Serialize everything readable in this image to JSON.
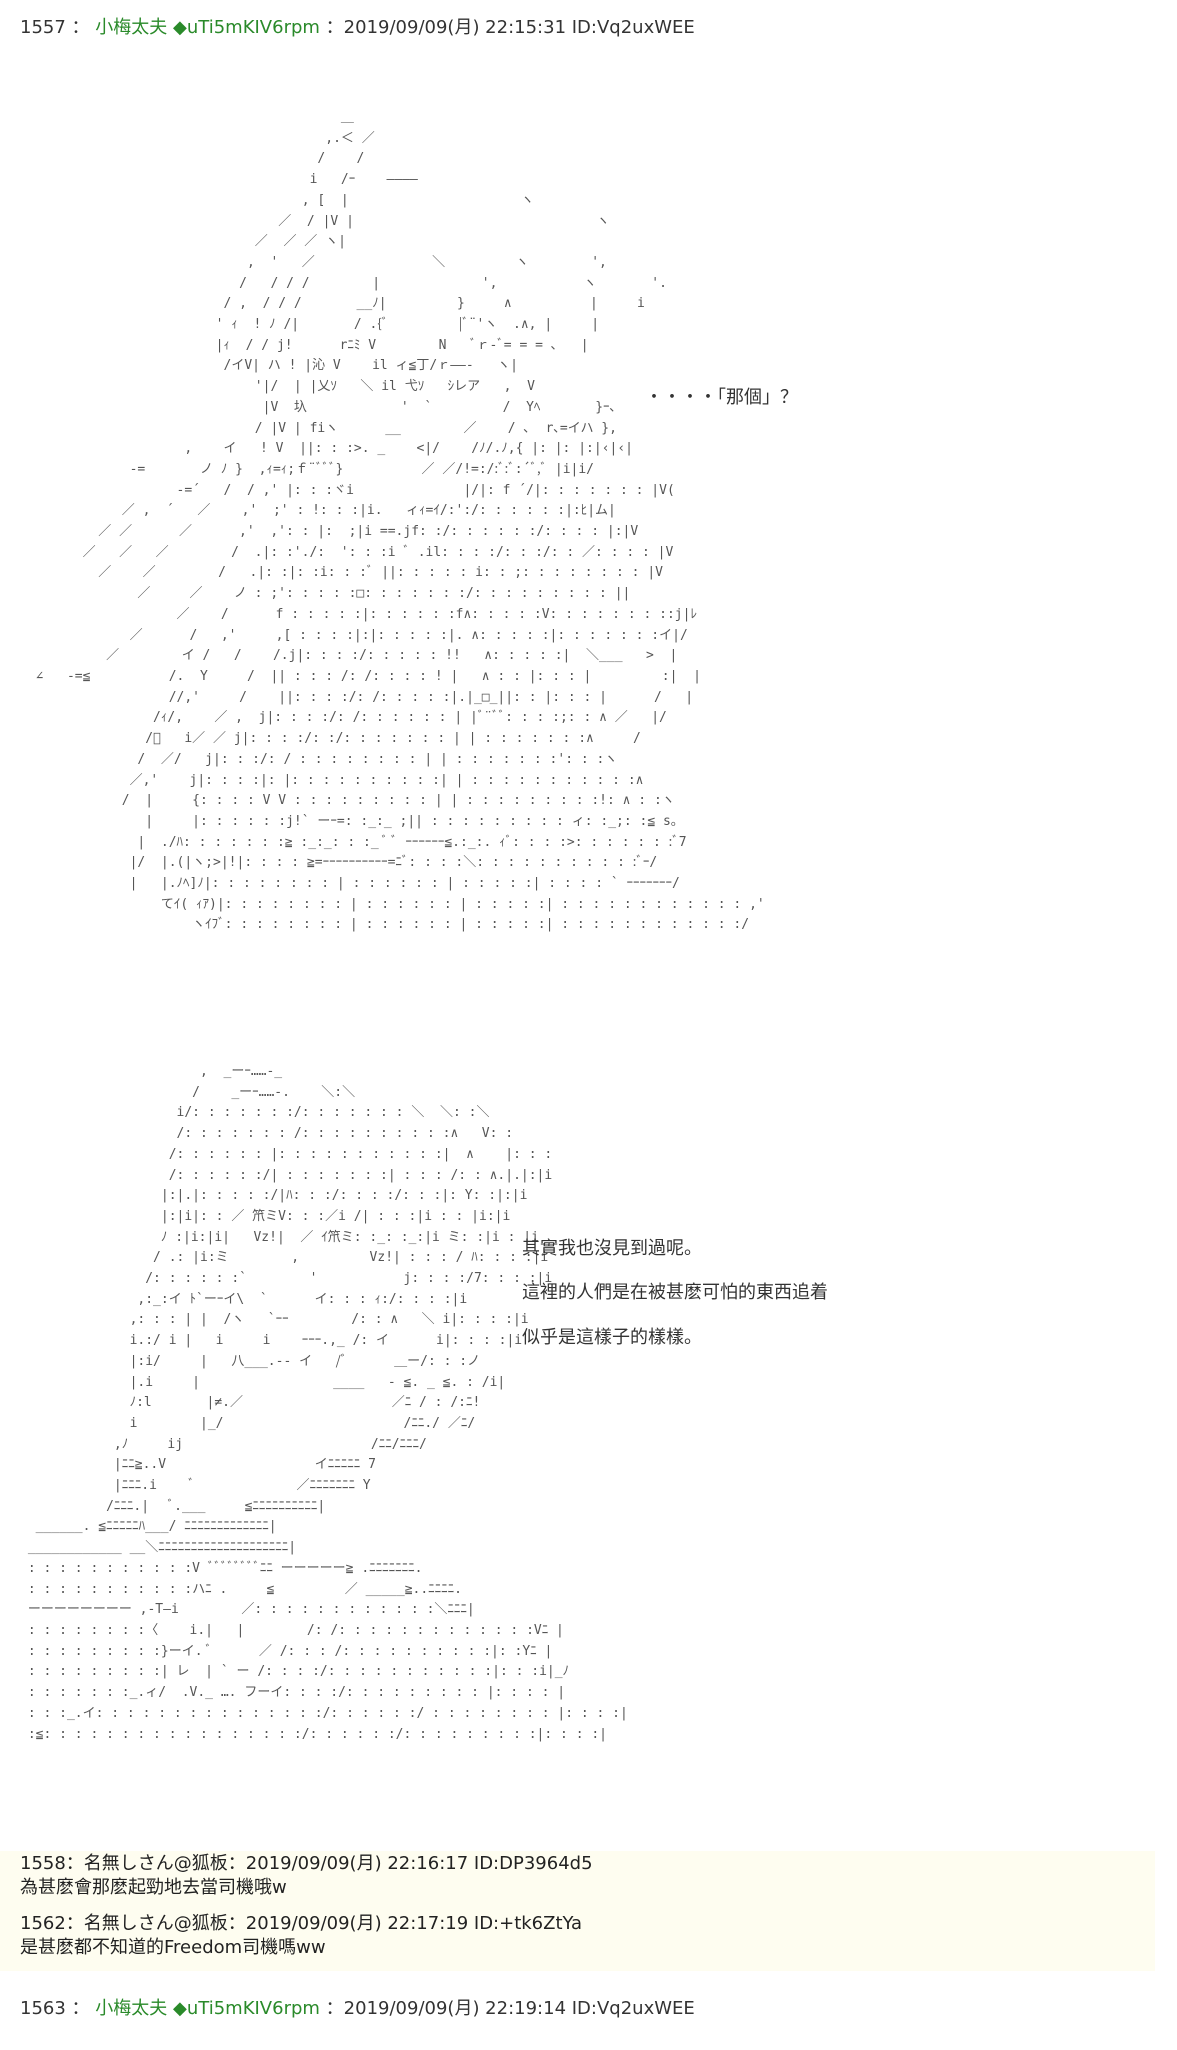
{
  "post_1557": {
    "number": "1557",
    "sep": "：",
    "name": "小梅太夫",
    "trip": "◆uTi5mKIV6rpm",
    "meta": "：2019/09/09(月) 22:15:31 ID:Vq2uxWEE",
    "aa_top": "                                         ＿\n                                       ,.＜ ／\n                                      /    /\n                                     i   /ｰ    ――――\n                                    , [  |                      ヽ\n                                 ／  / |V |                               ヽ\n                              ／  ／ ／ ヽ|\n                             ,  '   ／               ＼         ヽ        ',\n                            /   / / /        |             ',           ヽ       '.\n                          / ,  / / /       __ﾉ|         }     ∧          |     i\n                         ' ｨ  ! ﾉ /|       / .{ﾞ         |ﾞ¨'ヽ  .∧, |     |\n                         |ｨ  / / j!      rﾆﾐ V        N   ﾞｒ-ﾞ= = = ､   |\n                          /イV| ハ ! |沁 V    il ィ≦丁/ｒ――-   ヽ|\n                              '|/  | |乂ｿ   ＼ il 弋ｿ   ｼレア   ,  V\n                               |V  圦            '  `         /  Yﾍ       }ｰ､\n                              / |V | fiヽ      __        ／    / ､  r､=イハ },\n                     ,    イ   ! V  ||: : :>. _    <|/    /ﾉ/.ﾉ,{ |: |: |:|‹|‹|\n              -=       ノ ﾉ }  ,ｨ=ｨ;ｆ¨ﾞﾞﾞ}          ／ ／/!=:/:ﾞ:ﾞ:´ﾞ,ﾞ |i|i/\n                    -=´   /  / ,' |: : :ヾi              |/|: f ´/|: : : : : : : |V(\n             ／ ,  ´   ／    ,'  ;' : !: : :|i.   ィｨ=ｲ/:':/: : : : : :|:ﾋ|ム|\n          ／ ／      ／      ,'  ,': : |:  ;|i ==.jf: :/: : : : : :/: : : : |:|V\n        ／   ／   ／        /  .|: :'./:  ': : :i ﾞ .il: : : :/: : :/: : ／: : : : |V\n          ／    ／        /   .|: :|: :i: : :ﾞ ||: : : : : i: : ;: : : : : : : : |V\n               ／     ／    ノ : ;': : : : :□: : : : : : :/: : : : : : : : : ||\n                    ／    /      f : : : : :|: : : : : :f∧: : : : :V: : : : : : : ::j|ﾚ\n              ／      /   ,'     ,[ : : : :|:|: : : : :|. ∧: : : : :|: : : : : : :イ|/\n           ／        イ /   /    /.j|: : : :/: : : : : !!   ∧: : : : :|  ＼___   >  |\n  ∠   -=≦          /.  Y     /  || : : : /: /: : : : ! |   ∧ : : |: : : |         :|  |\n                   //,'     /    ||: : : :/: /: : : : :|.|_□_||: : |: : : |      /   |\n                 /ｨ/,    ／ ,  j|: : : :/: /: : : : : : | |ﾞ¨ﾞﾞ: : : :;: : ∧ ／   |/\n                /ﾞ   i／ ／ j|: : : :/: :/: : : : : : : | | : : : : : : :∧     /\n               /  ／/   j|: : :/: / : : : : : : : : | | : : : : : : :': : :ヽ\n              ／,'    j|: : : :|: |: : : : : : : : : :| | : : : : : : : : : : :∧\n             /  |     {: : : : V V : : : : : : : : : | | : : : : : : : : :!: ∧ : :ヽ\n                |     |: : : : : :j!` ーｰ=: :_:_ ;|| : : : : : : : : : ィ: :_;: :≦ s。\n               |  ./ﾊ: : : : : : :≧ :_:_: : :_ ﾞ ﾞ ｰｰｰｰｰｰ≦.:_:. ｨﾞ: : : :>: : : : : : :ﾞ7\n              |/  |.(|ヽ;>|!|: : : : ≧=ｰｰｰｰｰｰｰｰｰｰ=ﾆﾞ: : : :＼: : : : : : : : : : :ﾞｰ/\n              |   |.ﾉﾍ]ﾉ|: : : : : : : : | : : : : : : | : : : : :| : : : : ` ｰｰｰｰｰｰｰ/\n                  てｲ( ｨｱ)|: : : : : : : : | : : : : : : | : : : : :| : : : : : : : : : : : : ,'\n                      ヽｲﾌﾞ: : : : : : : : | : : : : : : | : : : : :| : : : : : : : : : : : :/",
    "dialog_top": "・・・・「那個」？",
    "aa_bottom": "                       ,  _ーｰ……-_\n                      /    _ーｰ……-.    ＼:＼\n                    i/: : : : : : :/: : : : : : : ＼  ＼: :＼\n                    /: : : : : : : /: : : : : : : : : :∧   V: :\n                   /: : : : : : |: : : : : : : : : : :|  ∧    |: : :\n                   /: : : : : :/| : : : : : : :| : : : /: : ∧.|.|:|i\n                  |:|.|: : : : :/|ﾊ: : :/: : : :/: : :|: Y: :|:|i\n                  |:|i|: : ／ 笊ミV: : :／i /| : : :|i : : |i:|i\n                  ﾉ :|i:|i|   Vz!|  ／ ｲ笊ミ: :_: :_:|i ミ: :|i : |i\n                 / .: |i:ミ        ,         Vz!| : : : / ﾊ: : : :|i\n                /: : : : : :`        '           j: : : :/7: : : :|i\n               ,:_:イ ﾄ`ーｰイ\\  `      イ: : : ｨ:/: : : :|i\n              ,: : : | |  /ヽ   `ｰｰ        /: : ∧   ＼ i|: : : :|i\n              i.:/ i |   i     i    ｰｰｰ.,_ /: イ      i|: : : :|i\n              |:i/     |   八___.-- イ   /ﾞ      ＿ー/: : :ノ\n              |.i     |                 ____   - ≦. _ ≦. : /i|\n              ﾉ:l       |≠.／                   ／ﾆ / : /:ﾆ!\n              i        |_/                       /ﾆﾆ./ ／ﾆ/\n            ,ﾉ     ij                        /ﾆﾆ/ﾆﾆﾆ/\n            |ﾆﾆ≧..V                   イﾆﾆﾆﾆﾆ 7\n            |ﾆﾆﾆ.i    ﾞ             ／ﾆﾆﾆﾆﾆﾆﾆ Y\n           /ﾆﾆﾆ.|   ﾞ.___     ≦ﾆﾆﾆﾆﾆﾆﾆﾆﾆﾆ|\n  ______. ≦ﾆﾆﾆﾆﾆﾊ___/ ﾆﾆﾆﾆﾆﾆﾆﾆﾆﾆﾆﾆﾆ|\n ____________ __＼ﾆﾆﾆﾆﾆﾆﾆﾆﾆﾆﾆﾆﾆﾆﾆﾆﾆﾆﾆﾆ|\n : : : : : : : : : : :V ﾞﾞﾞﾞﾞﾞﾞﾞﾆﾆ ーーーーー≧ .ﾆﾆﾆﾆﾆﾆﾆ.\n : : : : : : : : : : :ハﾆ .     ≦         ／ _____≧..ﾆﾆﾆﾆ.\n ーーーーーーーー ,-T―i        ／: : : : : : : : : : : :＼ﾆﾆﾆ|\n : : : : : : : :〈    i.|   |        /: /: : : : : : : : : : : : :Vﾆ |\n : : : : : : : : :}ーイ. ﾞ      ／ /: : : /: : : : : : : : : :|: :Yﾆ |\n : : : : : : : : :| レ  | ` ー /: : : :/: : : : : : : : : : :|: : :i|_ﾉ\n : : : : : : :_.ィ/  .V._ …. フーイ: : : :/: : : : : : : : : |: : : : |\n : : :_.イ: : : : : : : : : : : : : : :/: : : : : :/ : : : : : : : : |: : : :|\n :≦: : : : : : : : : : : : : : : : :/: : : : : :/: : : : : : : : :|: : : :|",
    "dialog_lines": [
      "其實我也沒見到過呢。",
      "這裡的人們是在被甚麽可怕的東西追着",
      "似乎是這樣子的樣樣。"
    ]
  },
  "replies": [
    {
      "header": "1558：名無しさん@狐板：2019/09/09(月) 22:16:17 ID:DP3964d5",
      "body": "為甚麽會那麽起勁地去當司機哦w"
    },
    {
      "header": "1562：名無しさん@狐板：2019/09/09(月) 22:17:19 ID:+tk6ZtYa",
      "body": "是甚麽都不知道的Freedom司機嗎ww"
    }
  ],
  "post_1563": {
    "number": "1563",
    "sep": "：",
    "name": "小梅太夫",
    "trip": "◆uTi5mKIV6rpm",
    "meta": "：2019/09/09(月) 22:19:14 ID:Vq2uxWEE"
  }
}
